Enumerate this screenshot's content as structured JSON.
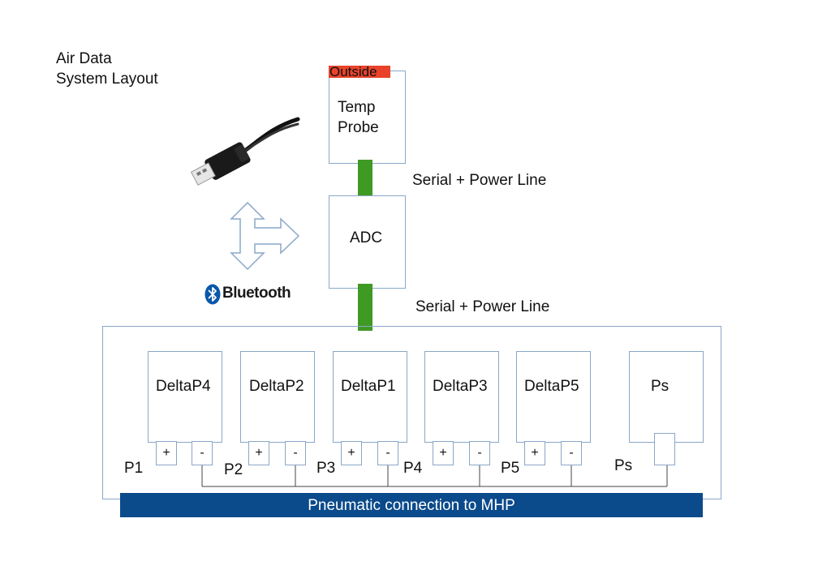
{
  "title_lines": [
    "Air Data",
    "System Layout"
  ],
  "temp_probe": {
    "tag": "Outside",
    "tag_color": "#e8432a",
    "label_lines": [
      "Temp",
      "Probe"
    ]
  },
  "adc": {
    "label": "ADC"
  },
  "link_top": {
    "label": "Serial + Power Line",
    "color": "#3f9a24"
  },
  "link_bottom": {
    "label": "Serial + Power Line",
    "color": "#3f9a24"
  },
  "bluetooth": {
    "label": "Bluetooth",
    "icon": "bluetooth-icon"
  },
  "usb": {
    "icon": "usb-cable-icon"
  },
  "arrow": {
    "icon": "double-arrow-icon"
  },
  "sensors": [
    {
      "label": "DeltaP4",
      "ports": [
        "+",
        "-"
      ]
    },
    {
      "label": "DeltaP2",
      "ports": [
        "+",
        "-"
      ]
    },
    {
      "label": "DeltaP1",
      "ports": [
        "+",
        "-"
      ]
    },
    {
      "label": "DeltaP3",
      "ports": [
        "+",
        "-"
      ]
    },
    {
      "label": "DeltaP5",
      "ports": [
        "+",
        "-"
      ]
    },
    {
      "label": "Ps",
      "ports": [
        ""
      ]
    }
  ],
  "pressure_labels": [
    "P1",
    "P2",
    "P3",
    "P4",
    "P5",
    "Ps"
  ],
  "pneumatic_bar": {
    "label": "Pneumatic connection to MHP",
    "color": "#0b4a8b"
  }
}
